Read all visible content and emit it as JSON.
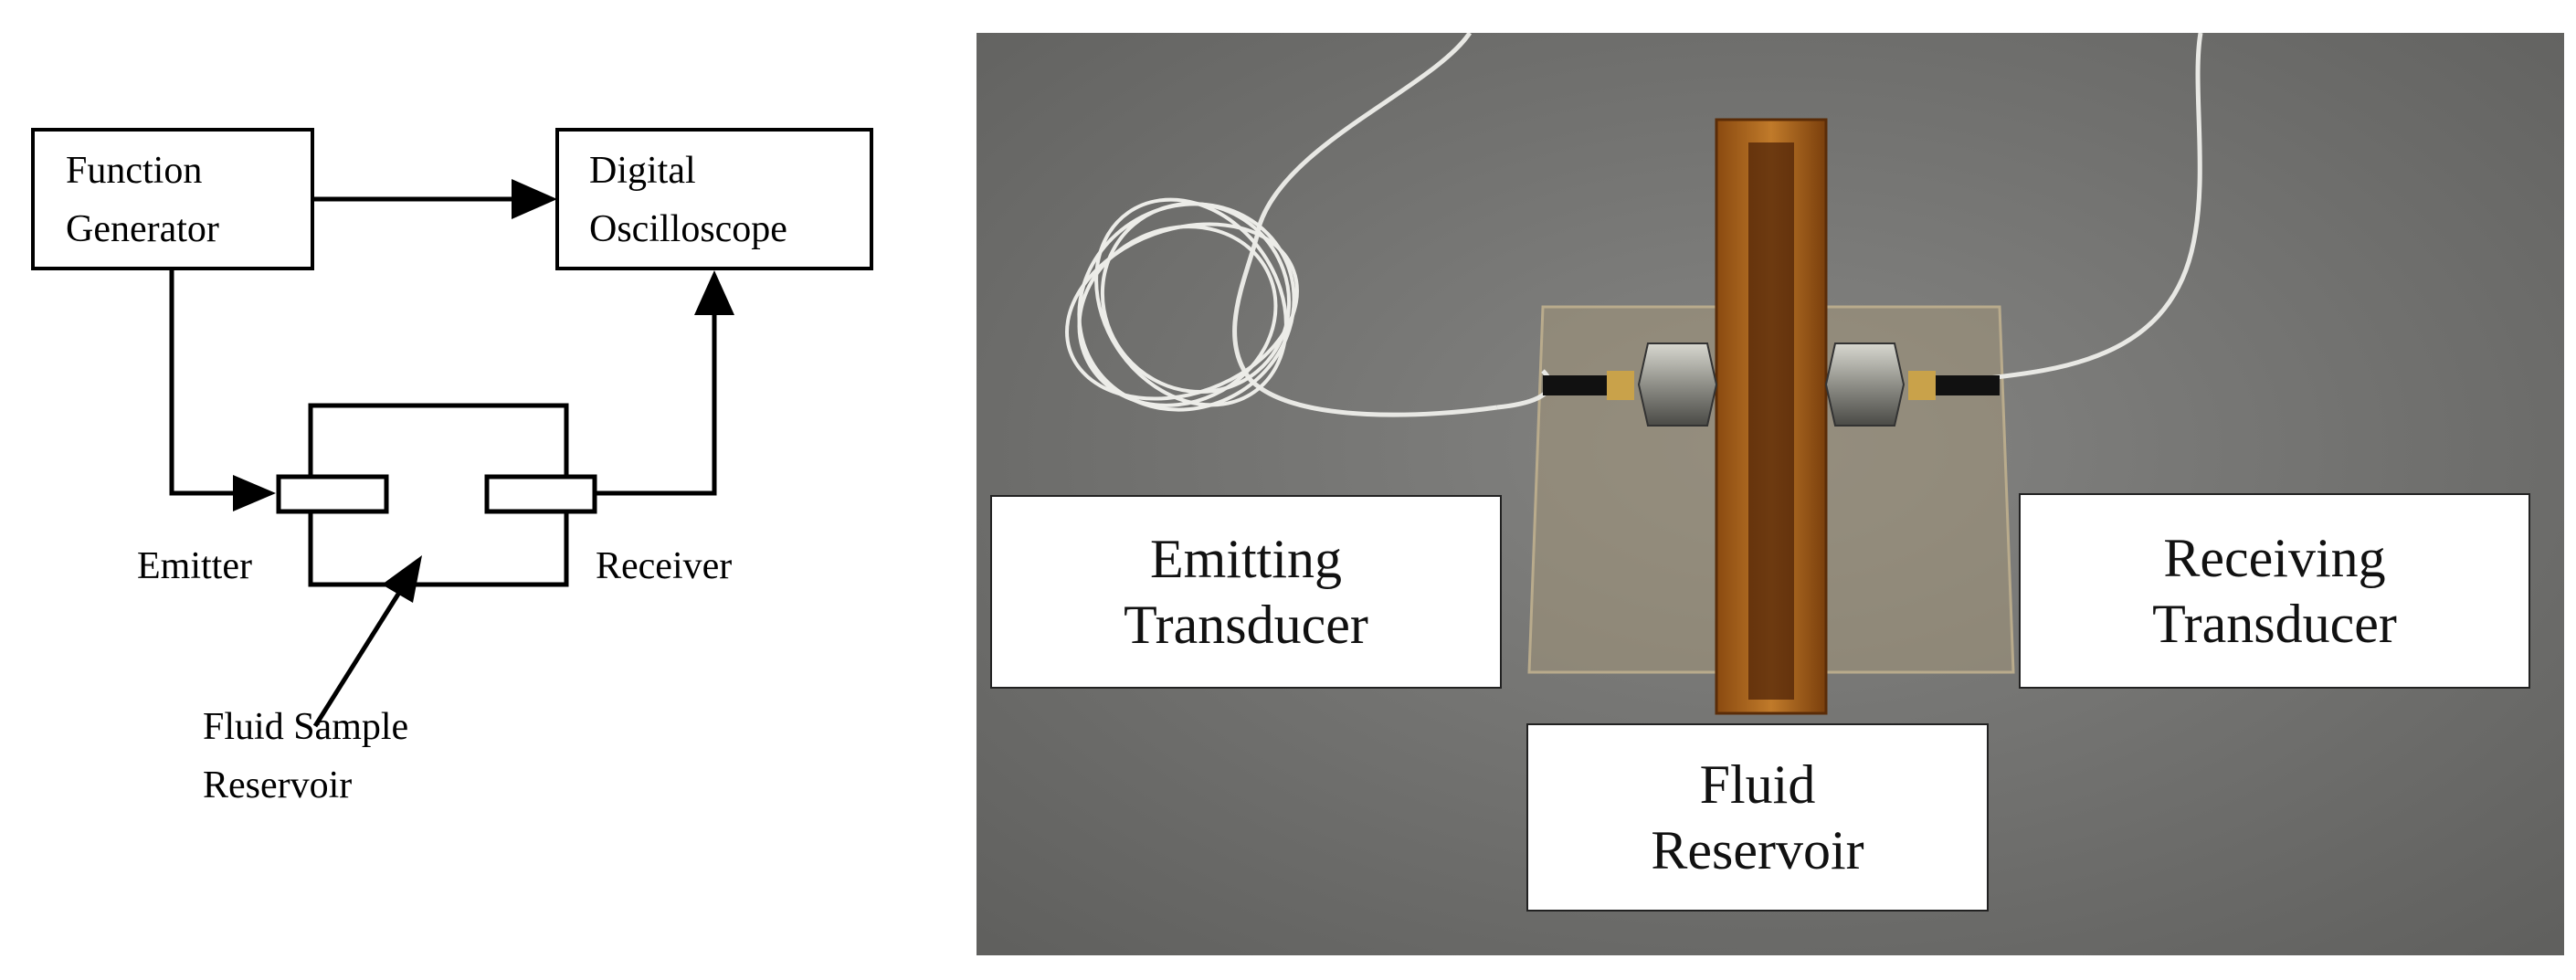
{
  "block_diagram": {
    "function_generator": [
      "Function",
      "Generator"
    ],
    "digital_oscilloscope": [
      "Digital",
      "Oscilloscope"
    ],
    "emitter": "Emitter",
    "receiver": "Receiver",
    "fluid_sample_reservoir": [
      "Fluid Sample",
      "Reservoir"
    ]
  },
  "photo": {
    "emitting_transducer": [
      "Emitting",
      "Transducer"
    ],
    "fluid_reservoir": [
      "Fluid",
      "Reservoir"
    ],
    "receiving_transducer": [
      "Receiving",
      "Transducer"
    ]
  }
}
